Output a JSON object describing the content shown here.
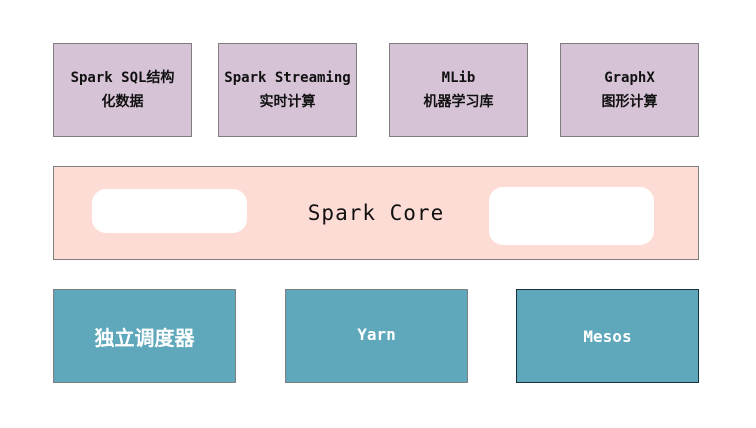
{
  "diagram": {
    "libraries": [
      {
        "line1": "Spark SQL结构",
        "line2": "化数据"
      },
      {
        "line1": "Spark Streaming",
        "line2": "实时计算"
      },
      {
        "line1": "MLib",
        "line2": "机器学习库"
      },
      {
        "line1": "GraphX",
        "line2": "图形计算"
      }
    ],
    "core": {
      "label": "Spark Core"
    },
    "schedulers": [
      {
        "label": "独立调度器"
      },
      {
        "label": "Yarn"
      },
      {
        "label": "Mesos"
      }
    ],
    "colors": {
      "library_fill": "#d6c3d6",
      "core_fill": "#fddcd5",
      "scheduler_fill": "#5fa8bc",
      "border": "#7f7f7f"
    }
  }
}
